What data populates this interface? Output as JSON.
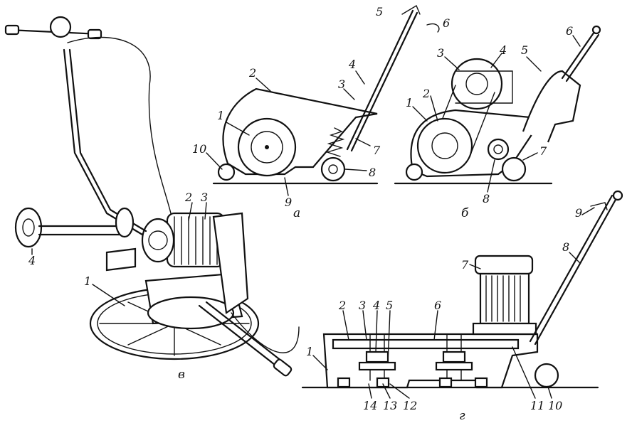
{
  "figures": {
    "a": {
      "caption": "а",
      "labels": [
        "1",
        "2",
        "3",
        "4",
        "5",
        "6",
        "7",
        "8",
        "9",
        "10"
      ]
    },
    "b": {
      "caption": "б",
      "labels": [
        "1",
        "2",
        "3",
        "4",
        "5",
        "6",
        "7",
        "8"
      ]
    },
    "v": {
      "caption": "в",
      "labels": [
        "1",
        "2",
        "3",
        "4"
      ]
    },
    "g": {
      "caption": "г",
      "labels": [
        "1",
        "2",
        "3",
        "4",
        "5",
        "6",
        "7",
        "8",
        "9",
        "10",
        "11",
        "12",
        "13",
        "14"
      ]
    }
  }
}
